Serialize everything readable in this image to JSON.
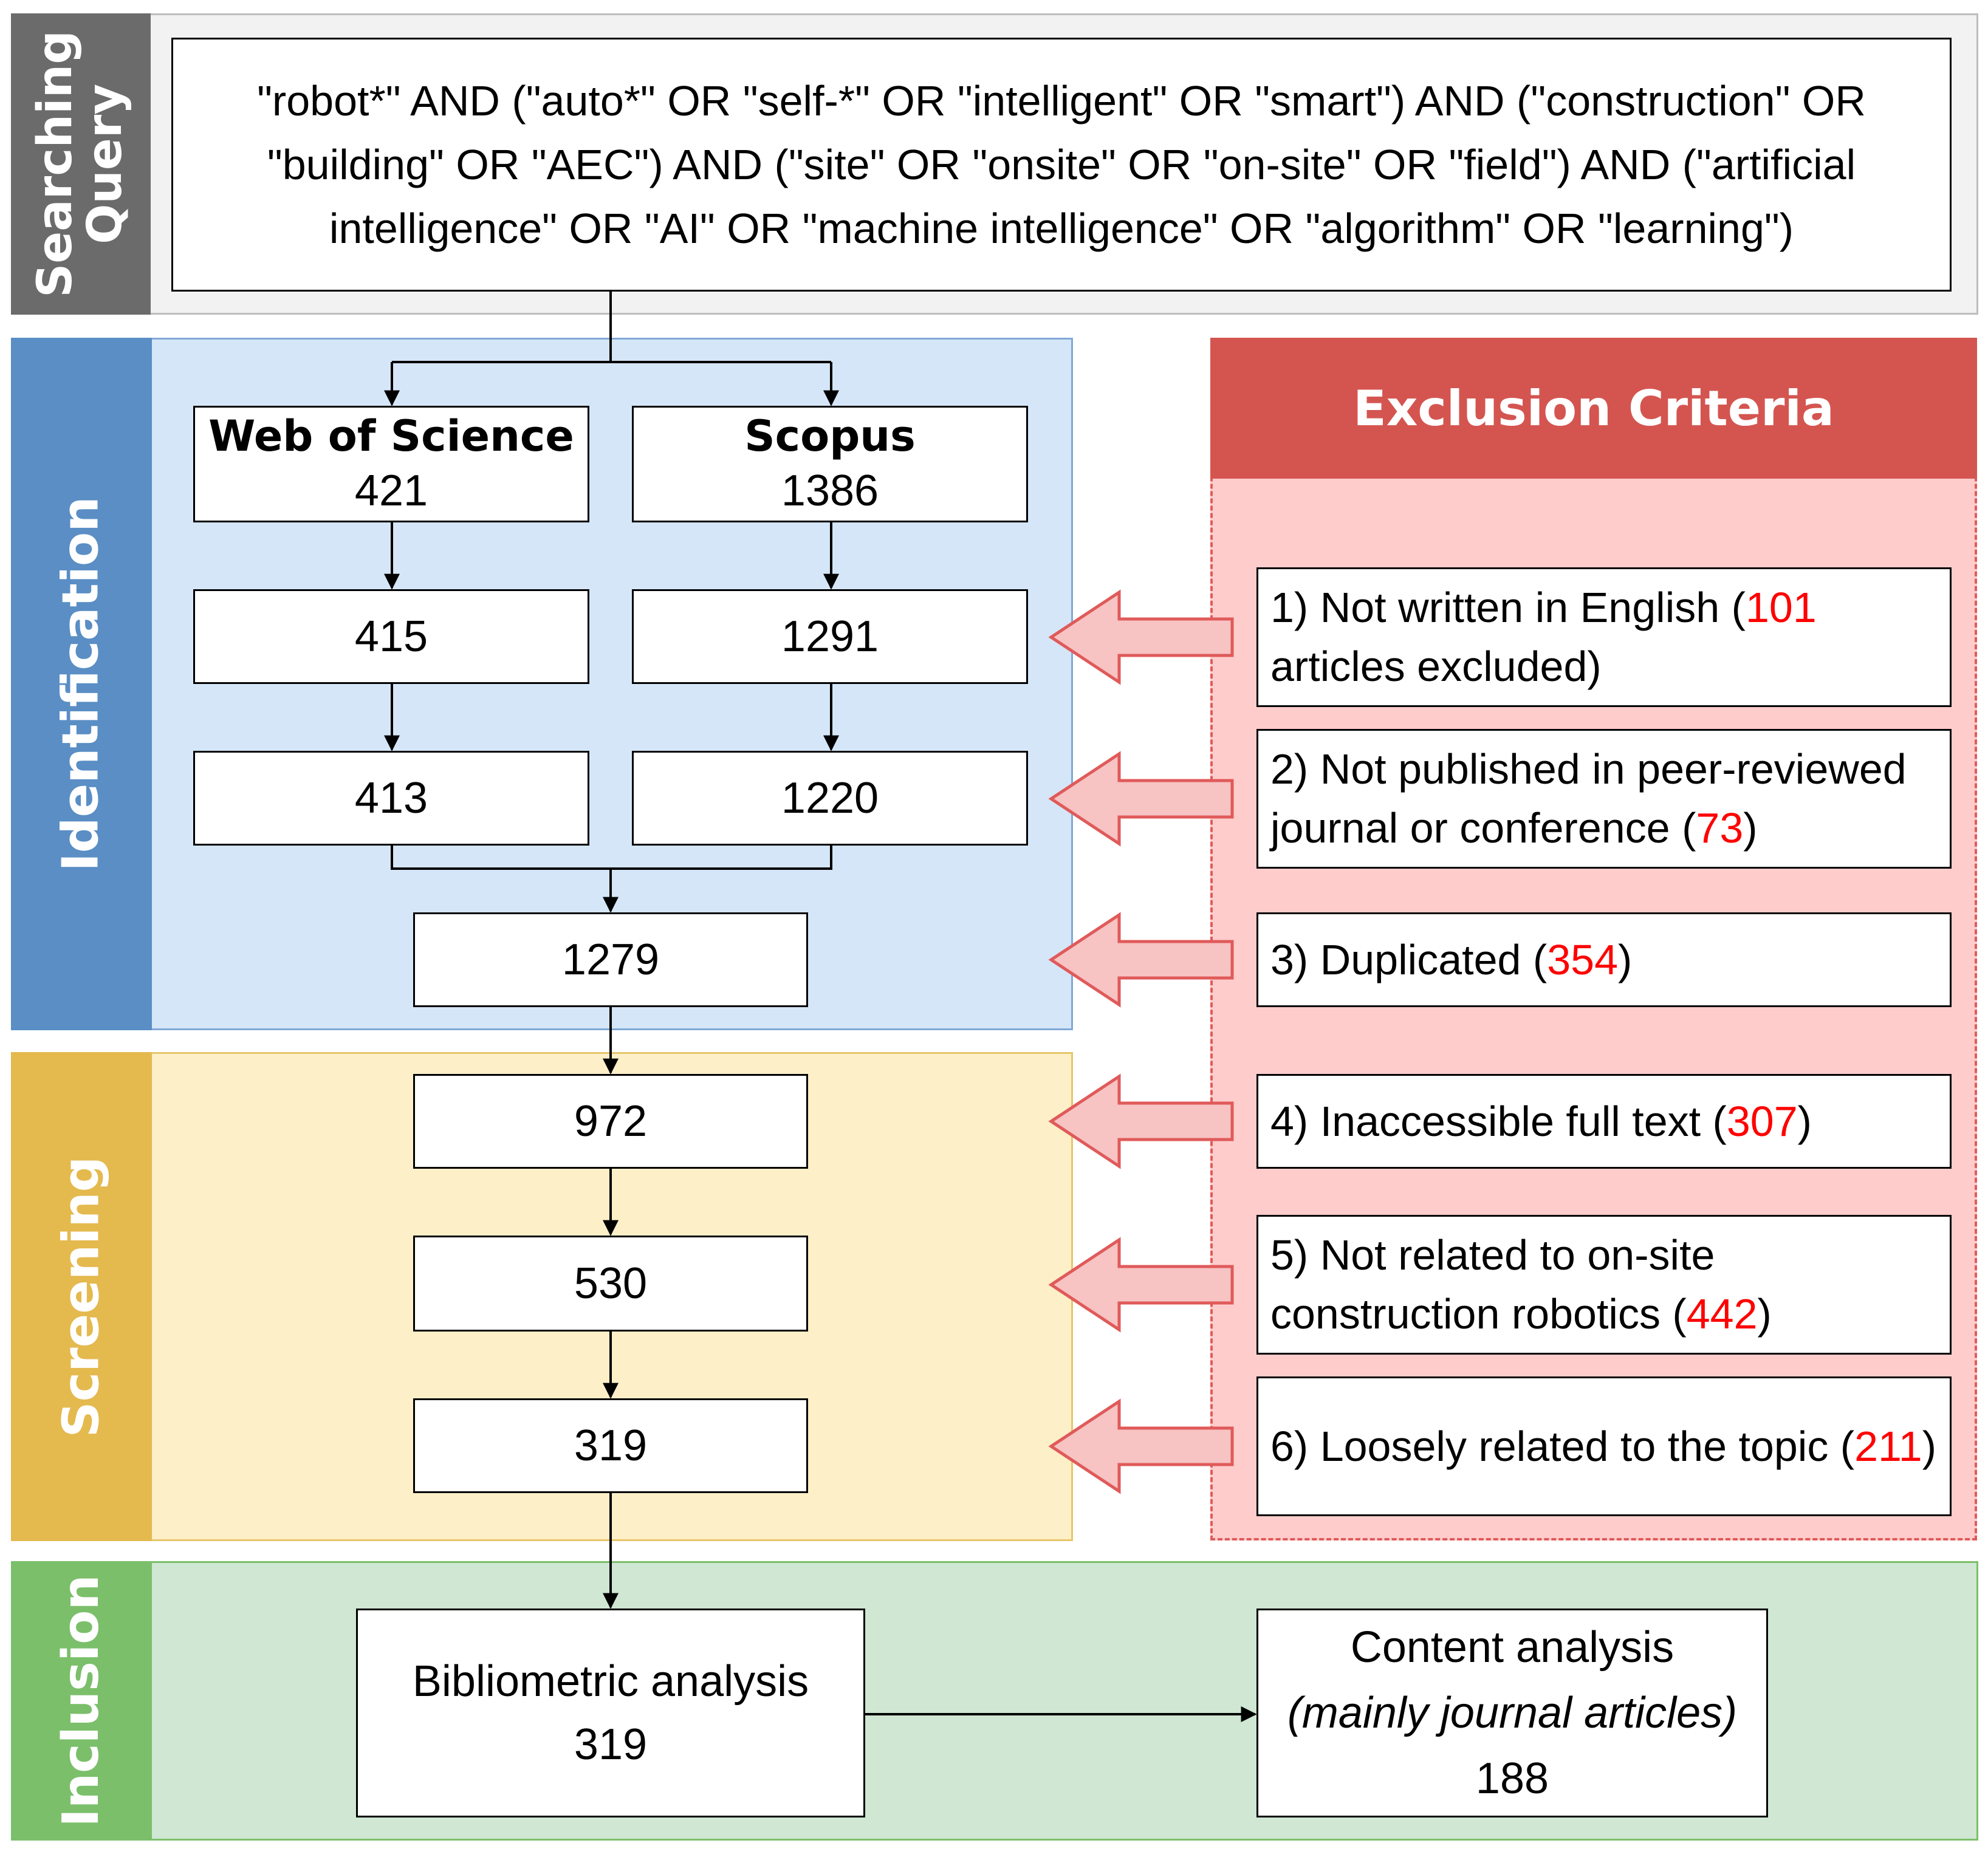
{
  "stages": {
    "searching": "Searching\nQuery",
    "identification": "Identification",
    "screening": "Screening",
    "inclusion": "Inclusion"
  },
  "query": "\"robot*\" AND (\"auto*\" OR \"self-*\" OR \"intelligent\" OR \"smart\") AND (\"construction\" OR \"building\" OR \"AEC\") AND (\"site\" OR \"onsite\" OR \"on-site\" OR \"field\") AND (\"artificial intelligence\" OR \"AI\" OR \"machine intelligence\" OR \"algorithm\" OR \"learning\")",
  "databases": {
    "wos": {
      "name": "Web of Science",
      "counts": [
        "421",
        "415",
        "413"
      ]
    },
    "scopus": {
      "name": "Scopus",
      "counts": [
        "1386",
        "1291",
        "1220"
      ]
    }
  },
  "merged": "1279",
  "screening_counts": [
    "972",
    "530",
    "319"
  ],
  "inclusion": {
    "bibliometric": {
      "label": "Bibliometric analysis",
      "count": "319"
    },
    "content": {
      "label": "Content analysis",
      "note": "(mainly journal articles)",
      "count": "188"
    }
  },
  "exclusion": {
    "title": "Exclusion Criteria",
    "criteria": [
      {
        "pre": "1) Not written in English (",
        "num": "101",
        "post": " articles excluded)"
      },
      {
        "pre": "2) Not published in peer-reviewed journal or conference (",
        "num": "73",
        "post": ")"
      },
      {
        "pre": "3) Duplicated (",
        "num": "354",
        "post": ")"
      },
      {
        "pre": "4) Inaccessible full text (",
        "num": "307",
        "post": ")"
      },
      {
        "pre": "5) Not related to on-site construction robotics (",
        "num": "442",
        "post": ")"
      },
      {
        "pre": "6) Loosely related to the topic (",
        "num": "211",
        "post": ")"
      }
    ]
  },
  "colors": {
    "searching_side": "#6b6b6b",
    "searching_bg": "#f2f2f2",
    "identification_side": "#5a8ec5",
    "identification_bg": "#d5e6f8",
    "screening_side": "#e4b94e",
    "screening_bg": "#fdefc8",
    "inclusion_side": "#7bbf6a",
    "inclusion_bg": "#cfe7d3",
    "exclusion_header": "#d45550",
    "exclusion_bg": "#ffcccc",
    "arrow_fill": "#f7c3c3",
    "arrow_stroke": "#e05a5a",
    "highlight": "#ff0000"
  }
}
